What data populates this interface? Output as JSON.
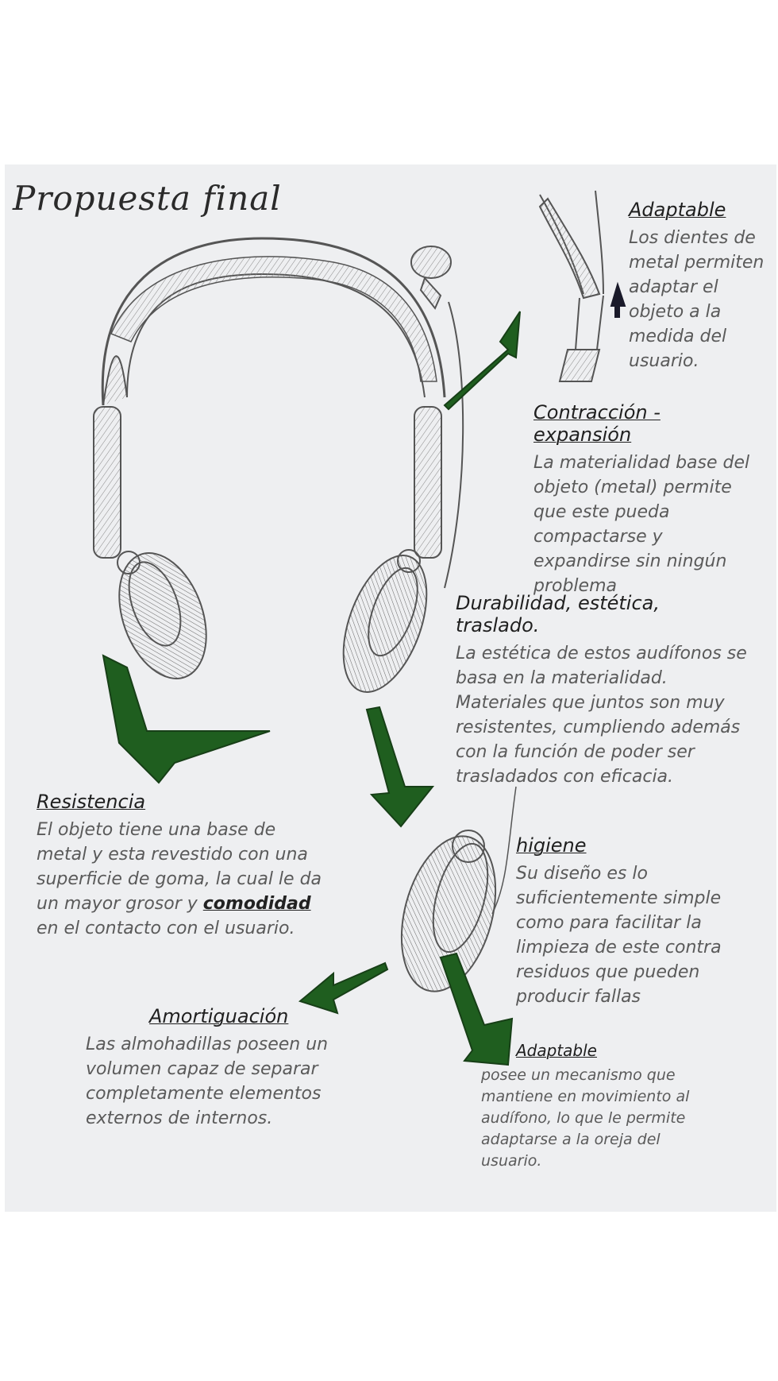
{
  "title": "Propuesta final",
  "notes": {
    "adaptable_top": {
      "heading": "Adaptable",
      "text": "Los dientes de metal permiten adaptar el objeto a la medida del usuario."
    },
    "contraccion": {
      "heading": "Contracción - expansión",
      "text": "La materialidad base del objeto (metal) permite que este pueda compactarse y expandirse sin ningún problema"
    },
    "durabilidad": {
      "heading": "Durabilidad, estética, traslado.",
      "text": "La estética de estos audífonos se basa en la materialidad. Materiales que juntos son muy resistentes, cumpliendo además con la función de poder ser trasladados con eficacia."
    },
    "resistencia": {
      "heading": "Resistencia",
      "text_before": "El objeto tiene una base de metal y esta revestido con una superficie de goma, la cual le da un mayor grosor y",
      "emphasis": "comodidad",
      "text_after": "en el contacto con el usuario."
    },
    "higiene": {
      "heading": "higiene",
      "text": "Su diseño es lo suficientemente simple como para facilitar la limpieza de este contra residuos que pueden producir fallas"
    },
    "amortiguacion": {
      "heading": "Amortiguación",
      "text": "Las almohadillas poseen un volumen capaz de separar completamente elementos externos de internos."
    },
    "adaptable_bottom": {
      "heading": "Adaptable",
      "text": "posee un mecanismo que mantiene en movimiento al audífono, lo que le permite adaptarse a la oreja del usuario."
    }
  },
  "colors": {
    "arrow_green": "#1f5e1f",
    "pencil": "#555555",
    "paper": "#eeeff1"
  },
  "icons": [
    "headphones-sketch",
    "headband-detail-sketch",
    "ear-cup-sketch",
    "green-arrow"
  ]
}
